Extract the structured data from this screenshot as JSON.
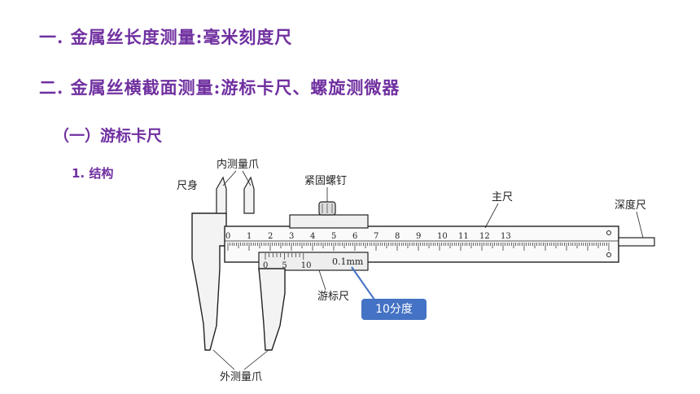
{
  "headings": {
    "h1": "一. 金属丝长度测量:毫米刻度尺",
    "h2": "二. 金属丝横截面测量:游标卡尺、螺旋测微器",
    "section": "（一）游标卡尺",
    "subsection": "1. 结构"
  },
  "diagram": {
    "labels": {
      "body": "尺身",
      "inner_jaws": "内测量爪",
      "lock_screw": "紧固螺钉",
      "main_scale": "主尺",
      "depth_rod": "深度尺",
      "vernier": "游标尺",
      "outer_jaws": "外测量爪",
      "precision": "0.1mm"
    },
    "main_scale_numbers": [
      "0",
      "1",
      "2",
      "3",
      "4",
      "5",
      "6",
      "7",
      "8",
      "9",
      "10",
      "11",
      "12",
      "13"
    ],
    "vernier_numbers": [
      "0",
      "5",
      "10"
    ]
  },
  "callout": {
    "text": "10分度",
    "color": "#4472c4"
  }
}
